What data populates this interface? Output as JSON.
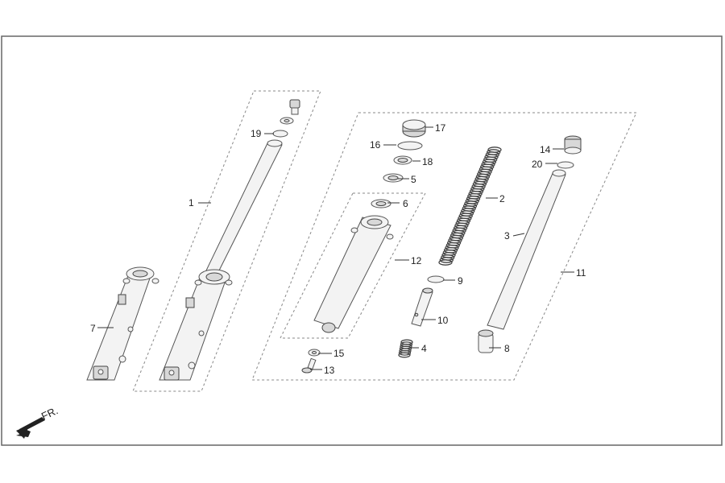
{
  "diagram": {
    "direction_label": "FR.",
    "callouts": [
      {
        "id": "c1",
        "text": "1"
      },
      {
        "id": "c2",
        "text": "2"
      },
      {
        "id": "c3",
        "text": "3"
      },
      {
        "id": "c4",
        "text": "4"
      },
      {
        "id": "c5",
        "text": "5"
      },
      {
        "id": "c6",
        "text": "6"
      },
      {
        "id": "c7",
        "text": "7"
      },
      {
        "id": "c8",
        "text": "8"
      },
      {
        "id": "c9",
        "text": "9"
      },
      {
        "id": "c10",
        "text": "10"
      },
      {
        "id": "c11",
        "text": "11"
      },
      {
        "id": "c12",
        "text": "12"
      },
      {
        "id": "c13",
        "text": "13"
      },
      {
        "id": "c14",
        "text": "14"
      },
      {
        "id": "c15",
        "text": "15"
      },
      {
        "id": "c16",
        "text": "16"
      },
      {
        "id": "c17",
        "text": "17"
      },
      {
        "id": "c18",
        "text": "18"
      },
      {
        "id": "c19",
        "text": "19"
      },
      {
        "id": "c20",
        "text": "20"
      }
    ]
  }
}
